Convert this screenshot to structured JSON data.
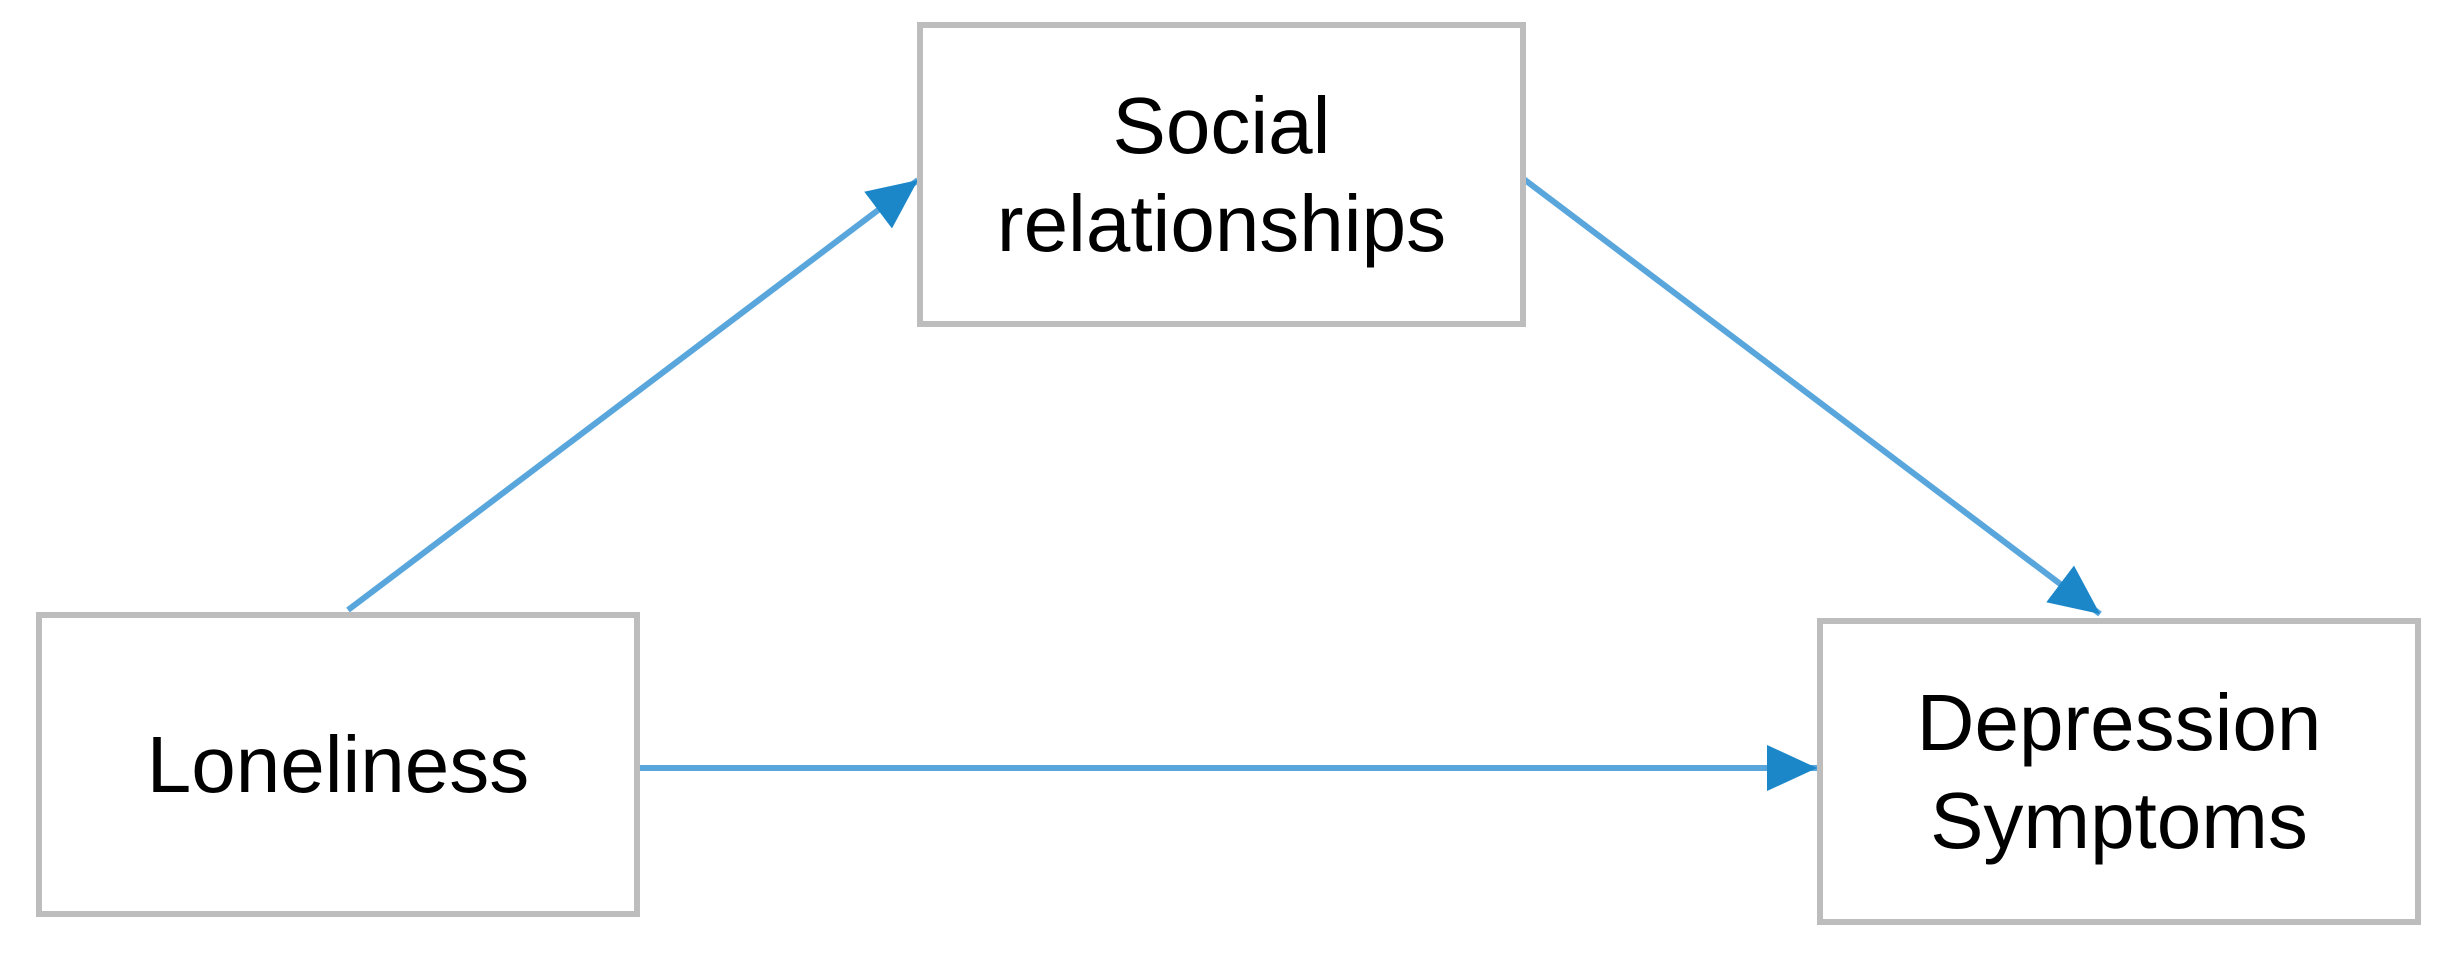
{
  "diagram": {
    "type": "mediation-path-diagram",
    "background": "#ffffff"
  },
  "colors": {
    "canvas_bg": "#ffffff",
    "arrow_line": "#58a6dc",
    "arrow_head": "#1b87c9",
    "box_border": "#bdbdbd",
    "box_fill": "#ffffff",
    "text": "#000000"
  },
  "nodes": {
    "loneliness": {
      "label": "Loneliness"
    },
    "social_relationships": {
      "label": "Social relationships"
    },
    "depression_symptoms": {
      "label": "Depression Symptoms"
    }
  },
  "edges": [
    {
      "from": "loneliness",
      "to": "social_relationships"
    },
    {
      "from": "social_relationships",
      "to": "depression_symptoms"
    },
    {
      "from": "loneliness",
      "to": "depression_symptoms"
    }
  ]
}
